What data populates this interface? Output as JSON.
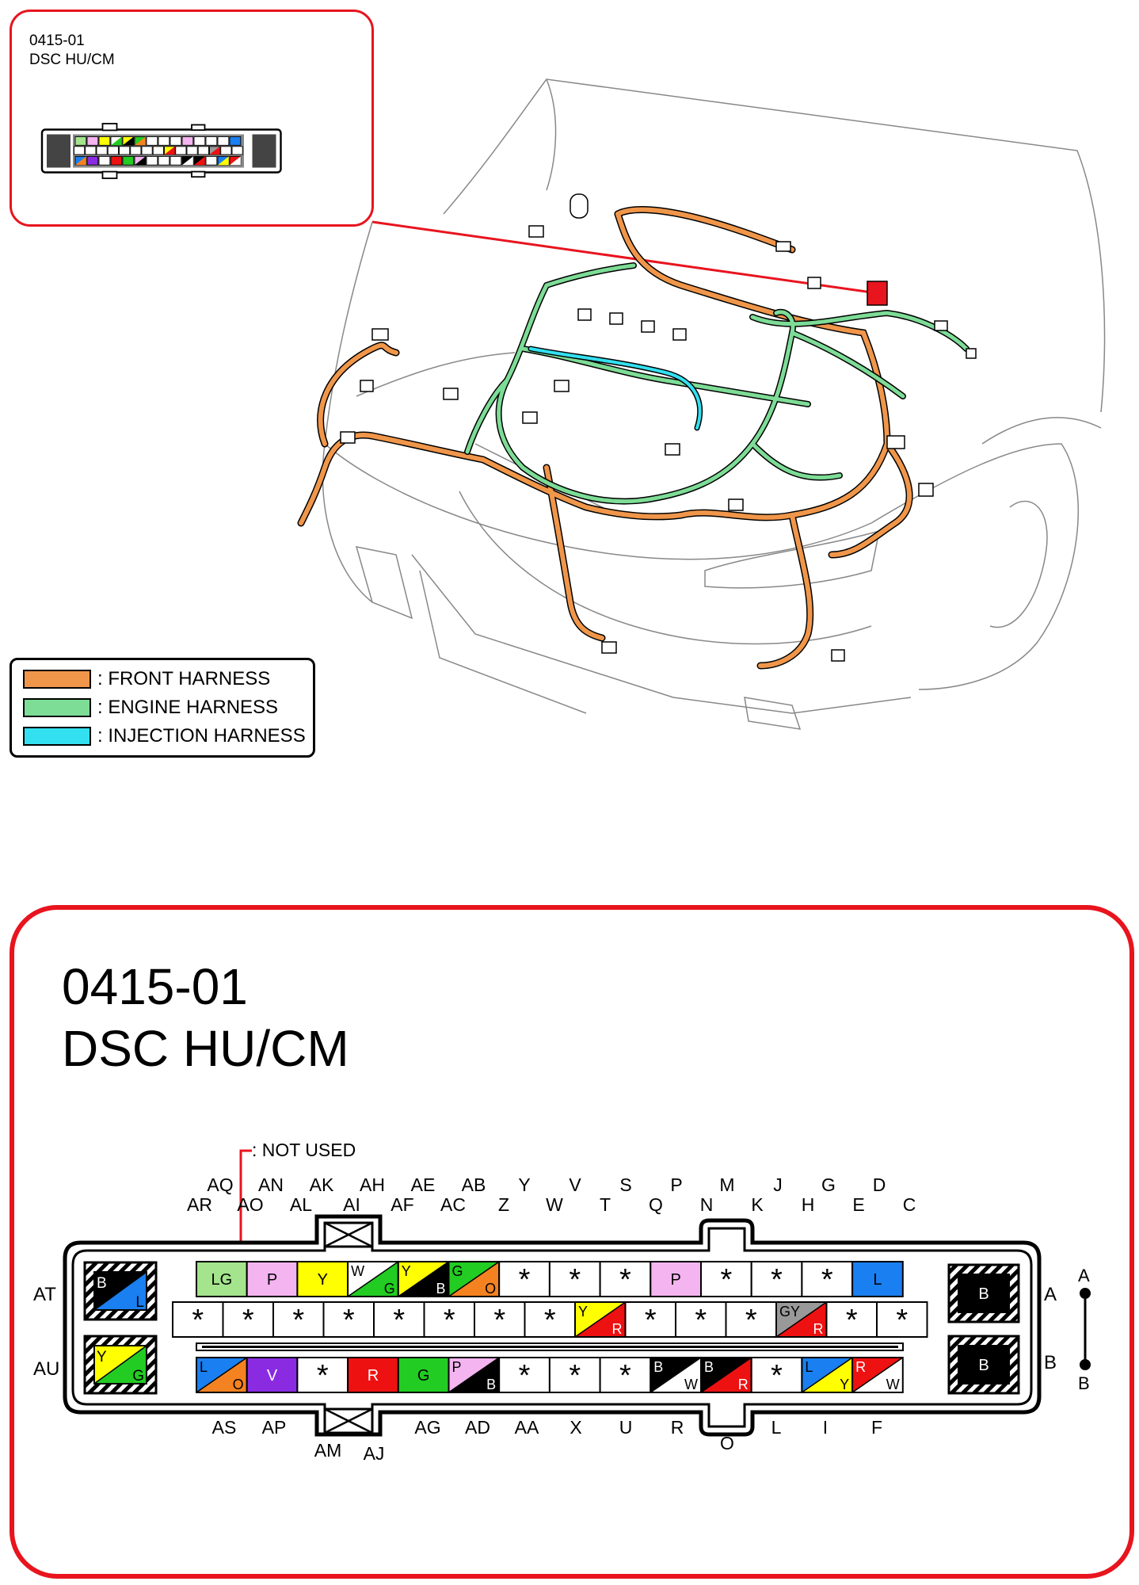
{
  "connector": {
    "code": "0415-01",
    "name": "DSC HU/CM",
    "not_used_label": ": NOT USED",
    "side_left_top": "AT",
    "side_left_bottom": "AU",
    "side_right_top": "A",
    "side_right_bottom": "B",
    "scale_top": "A",
    "scale_bottom": "B",
    "top_labels_upper": [
      "AQ",
      "AN",
      "AK",
      "AH",
      "AE",
      "AB",
      "Y",
      "V",
      "S",
      "P",
      "M",
      "J",
      "G",
      "D"
    ],
    "top_labels_lower": [
      "AR",
      "AO",
      "AL",
      "AI",
      "AF",
      "AC",
      "Z",
      "W",
      "T",
      "Q",
      "N",
      "K",
      "H",
      "E",
      "C"
    ],
    "bottom_labels": [
      "AS",
      "AP",
      "AG",
      "AD",
      "AA",
      "X",
      "U",
      "R",
      "L",
      "I",
      "F"
    ],
    "bottom_labels_lower": [
      "AM",
      "AJ",
      "O"
    ],
    "left_terminals": [
      {
        "top": "B",
        "bottom": "L"
      },
      {
        "top": "Y",
        "bottom": "G"
      }
    ],
    "right_terminals": [
      "B",
      "B"
    ],
    "row1": [
      {
        "a": "LG"
      },
      {
        "a": "P"
      },
      {
        "a": "Y"
      },
      {
        "a": "W",
        "b": "G"
      },
      {
        "a": "Y",
        "b": "B"
      },
      {
        "a": "G",
        "b": "O"
      },
      {
        "a": "*"
      },
      {
        "a": "*"
      },
      {
        "a": "*"
      },
      {
        "a": "P"
      },
      {
        "a": "*"
      },
      {
        "a": "*"
      },
      {
        "a": "*"
      },
      {
        "a": "L"
      }
    ],
    "row2": [
      {
        "a": "*"
      },
      {
        "a": "*"
      },
      {
        "a": "*"
      },
      {
        "a": "*"
      },
      {
        "a": "*"
      },
      {
        "a": "*"
      },
      {
        "a": "*"
      },
      {
        "a": "*"
      },
      {
        "a": "Y",
        "b": "R"
      },
      {
        "a": "*"
      },
      {
        "a": "*"
      },
      {
        "a": "*"
      },
      {
        "a": "GY",
        "b": "R"
      },
      {
        "a": "*"
      },
      {
        "a": "*"
      }
    ],
    "row3": [
      {
        "a": "L",
        "b": "O"
      },
      {
        "a": "V"
      },
      {
        "a": "*"
      },
      {
        "a": "R"
      },
      {
        "a": "G"
      },
      {
        "a": "P",
        "b": "B"
      },
      {
        "a": "*"
      },
      {
        "a": "*"
      },
      {
        "a": "*"
      },
      {
        "a": "B",
        "b": "W"
      },
      {
        "a": "B",
        "b": "R"
      },
      {
        "a": "*"
      },
      {
        "a": "L",
        "b": "Y"
      },
      {
        "a": "R",
        "b": "W"
      }
    ]
  },
  "legend": [
    {
      "label": ": FRONT HARNESS",
      "color": "#f0964a"
    },
    {
      "label": ": ENGINE HARNESS",
      "color": "#7ddc96"
    },
    {
      "label": ": INJECTION HARNESS",
      "color": "#33e0f0"
    }
  ],
  "colors": {
    "LG": "#a4e48c",
    "P": "#f4b4f0",
    "Y": "#ffff00",
    "W": "#ffffff",
    "G": "#22cc22",
    "B": "#000000",
    "O": "#f58220",
    "L": "#1a7ff0",
    "V": "#8a2be2",
    "R": "#ee1111",
    "GY": "#999999",
    "*": "#ffffff",
    "callout": "#e8141e"
  }
}
